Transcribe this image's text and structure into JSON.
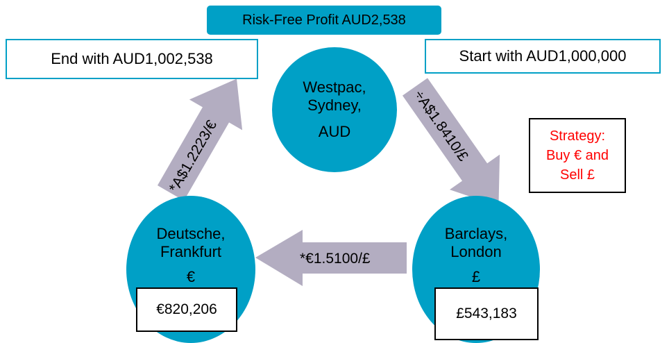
{
  "colors": {
    "node_fill": "#00a0c6",
    "arrow_fill": "#b3adc1",
    "strategy_text": "#ff0000"
  },
  "header": {
    "profit_label": "Risk-Free Profit AUD2,538"
  },
  "boxes": {
    "end_label": "End with AUD1,002,538",
    "start_label": "Start with AUD1,000,000"
  },
  "nodes": {
    "westpac": {
      "line1": "Westpac,",
      "line2": "Sydney,",
      "currency": "AUD"
    },
    "barclays": {
      "line1": "Barclays,",
      "line2": "London",
      "currency": "£",
      "amount": "£543,183"
    },
    "deutsche": {
      "line1": "Deutsche,",
      "line2": "Frankfurt",
      "currency": "€",
      "amount": "€820,206"
    }
  },
  "arrows": {
    "westpac_to_barclays": "÷A$1.8410/£",
    "barclays_to_deutsche": "*€1.5100/£",
    "deutsche_to_westpac": "*A$1.2223/€"
  },
  "strategy": {
    "line1": "Strategy:",
    "line2": "Buy € and",
    "line3": "Sell £"
  }
}
